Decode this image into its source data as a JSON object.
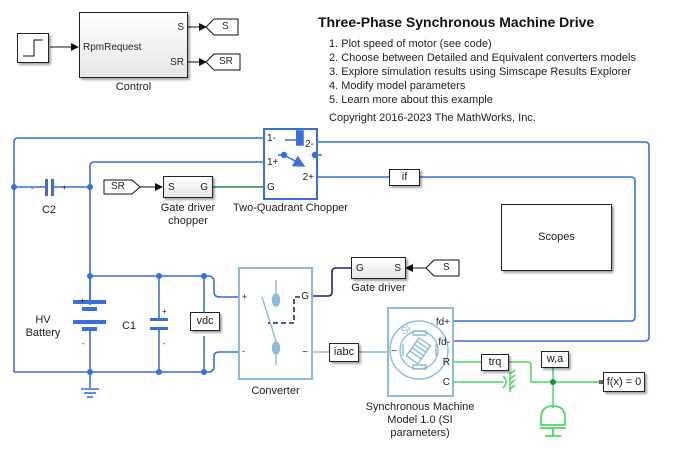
{
  "title": "Three-Phase Synchronous Machine Drive",
  "steps": [
    "1. Plot speed of motor (see code)",
    "2. Choose between Detailed and Equivalent converters models",
    "3. Explore simulation results using Simscape Results Explorer",
    "4. Modify model parameters",
    "5. Learn more about this example"
  ],
  "copyright": "Copyright 2016-2023 The MathWorks, Inc.",
  "colors": {
    "electrical": "#3a6fd8",
    "physical_blue": "#8bbcd8",
    "mechanical": "#4cd964",
    "gate_signal": "#1a237e",
    "green_signal": "#1e8e3e"
  },
  "blocks": {
    "control": {
      "label": "Control",
      "input": "RpmRequest",
      "outputs": [
        "S",
        "SR"
      ]
    },
    "goto_s": "S",
    "goto_sr": "SR",
    "from_sr": "SR",
    "from_s": "S",
    "gate_driver_chopper": {
      "label_line1": "Gate driver",
      "label_line2": "chopper",
      "in": "S",
      "out": "G"
    },
    "chopper": {
      "label": "Two-Quadrant Chopper",
      "ports": [
        "1-",
        "1+",
        "G",
        "2-",
        "2+"
      ]
    },
    "if_tag": "if",
    "scopes": "Scopes",
    "c2": {
      "label": "C2",
      "minus": "-",
      "plus": "+"
    },
    "battery": {
      "label_line1": "HV",
      "label_line2": "Battery",
      "plus": "+",
      "minus": "-"
    },
    "c1": {
      "label": "C1",
      "plus": "+",
      "minus": "-"
    },
    "vdc": "vdc",
    "gate_driver": {
      "label": "Gate driver",
      "out": "G",
      "in": "S"
    },
    "converter": {
      "label": "Converter",
      "plus": "+",
      "minus": "-",
      "gate": "G",
      "ac": "~"
    },
    "iabc": "iabc",
    "machine": {
      "label_line1": "Synchronous Machine",
      "label_line2": "Model 1.0 (SI",
      "label_line3": "parameters)",
      "ports": [
        "fd+",
        "fd-",
        "R",
        "C"
      ],
      "ac": "~"
    },
    "trq": "trq",
    "wa": "w,a",
    "solver": "f(x) = 0"
  }
}
